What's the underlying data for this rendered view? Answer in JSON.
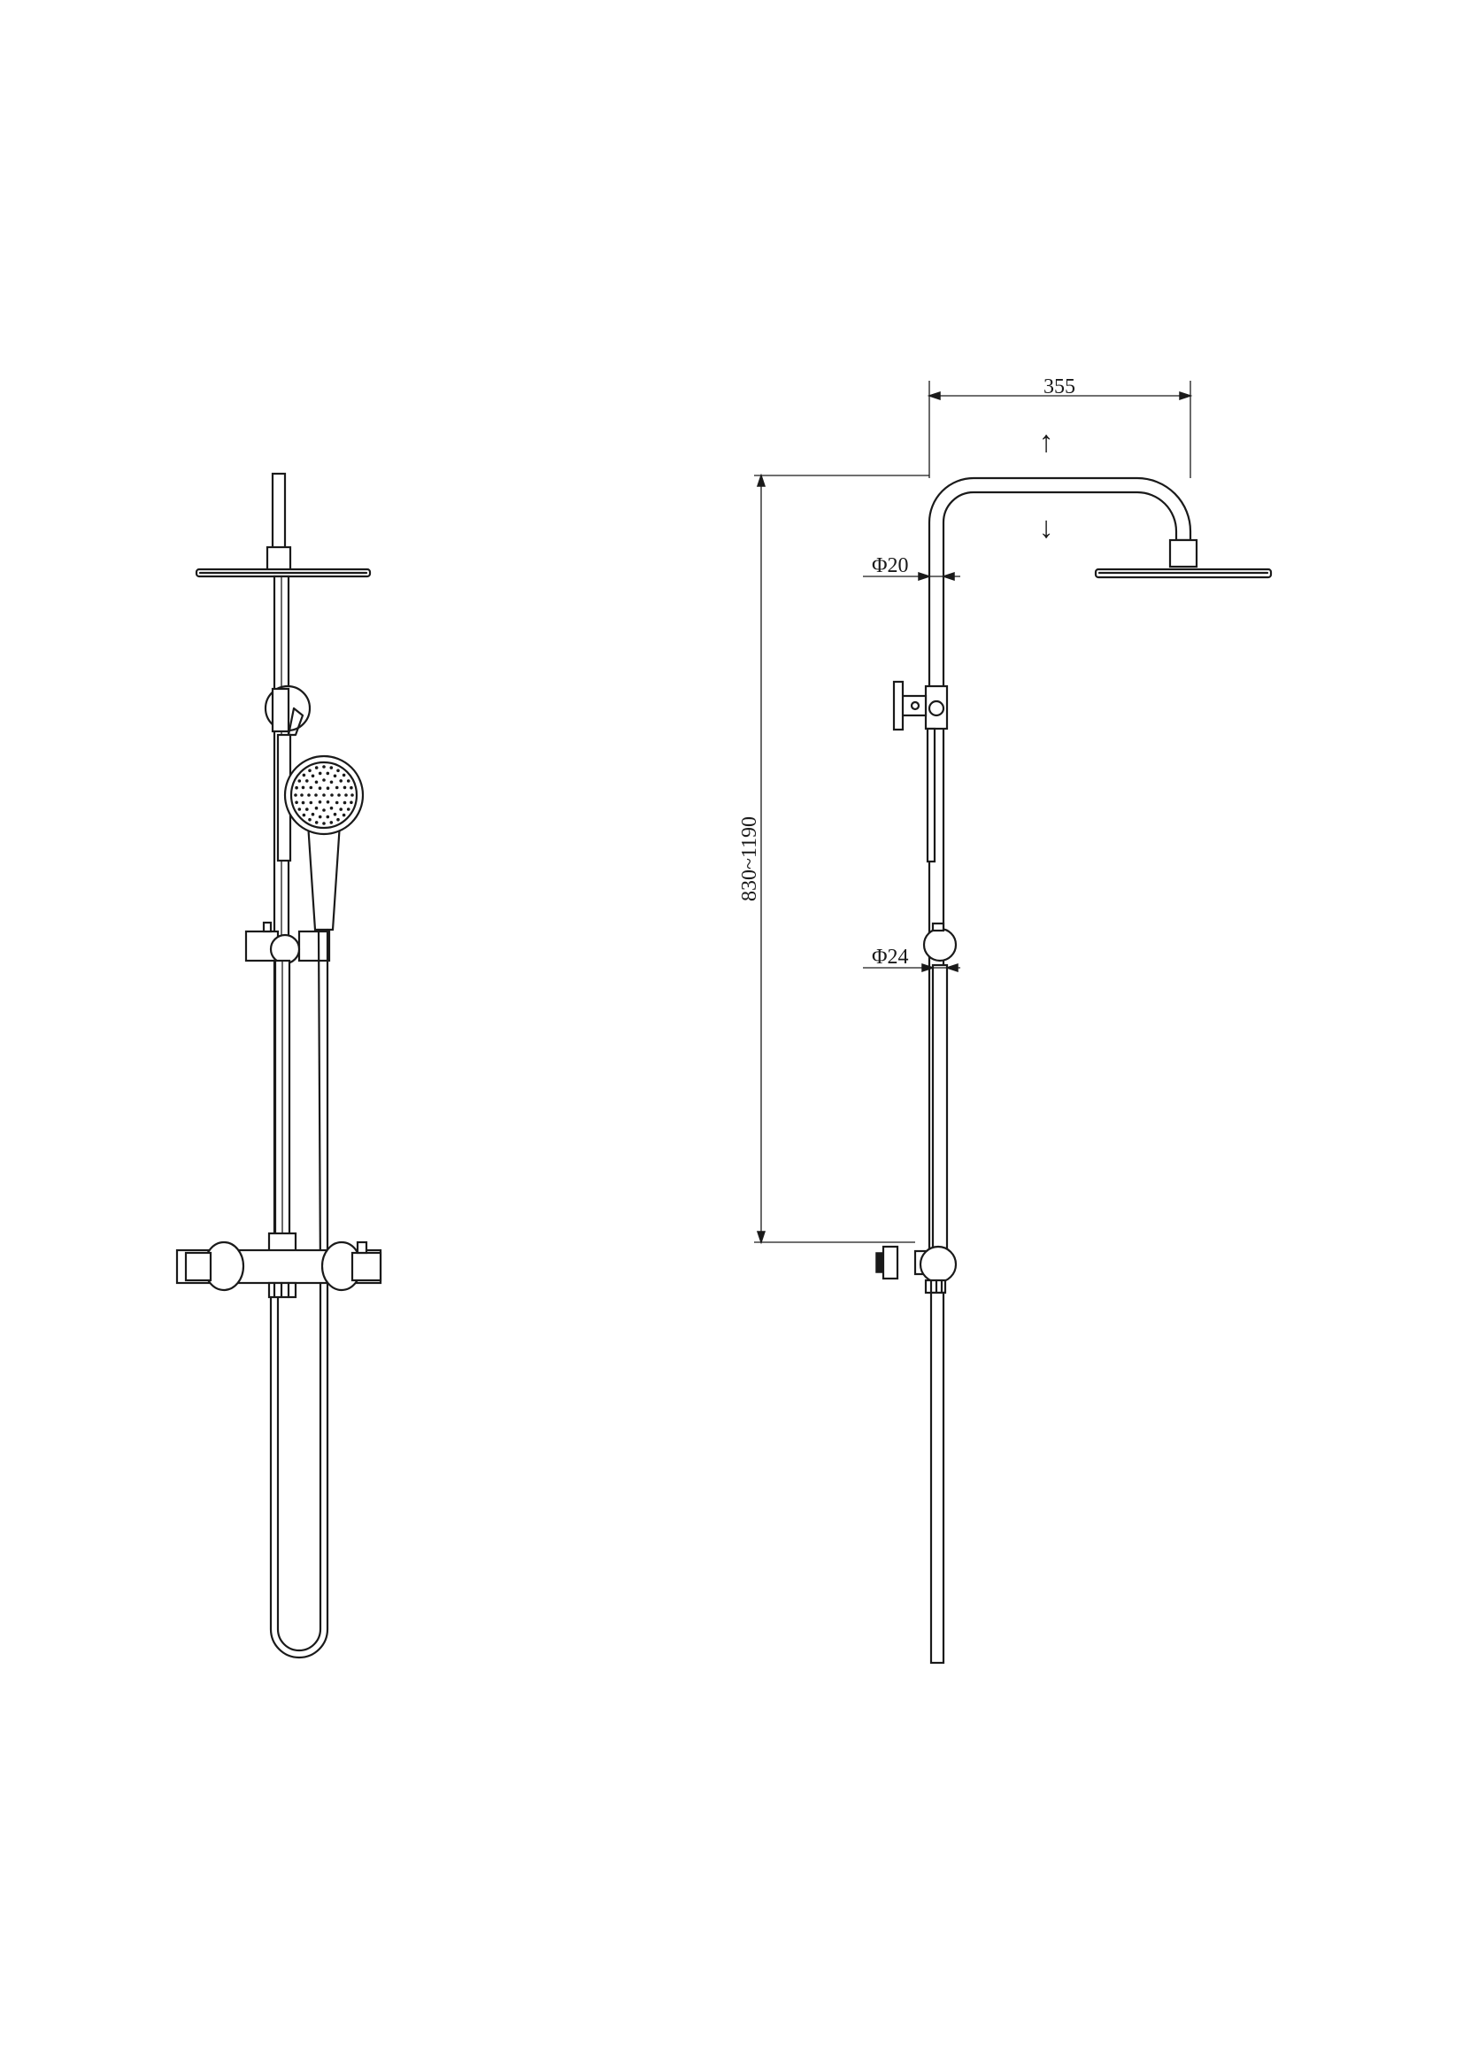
{
  "dimensions": {
    "width": "355",
    "height": "830~1190",
    "upper_pipe_diameter": "Φ20",
    "lower_pipe_diameter": "Φ24"
  },
  "arrows": {
    "up": "↑",
    "down": "↓"
  }
}
